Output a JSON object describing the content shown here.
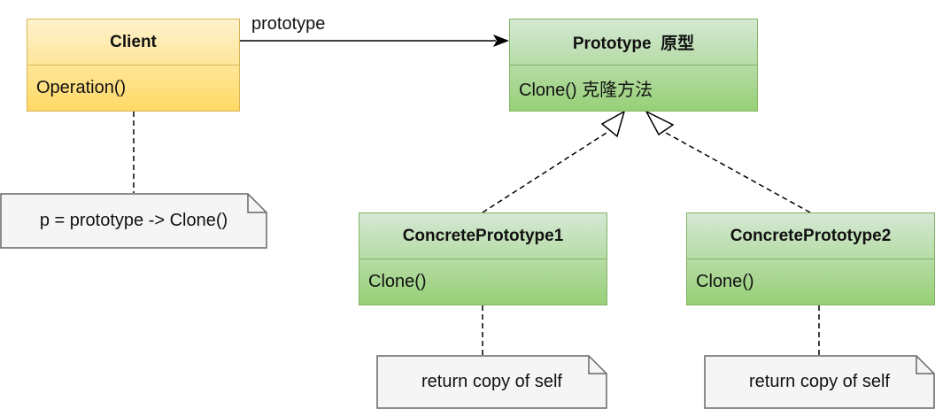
{
  "client": {
    "title": "Client",
    "method": "Operation()"
  },
  "prototype": {
    "title": "Prototype  原型",
    "method": "Clone() 克隆方法"
  },
  "concrete1": {
    "title": "ConcretePrototype1",
    "method": "Clone()"
  },
  "concrete2": {
    "title": "ConcretePrototype2",
    "method": "Clone()"
  },
  "notes": {
    "client": "p = prototype -> Clone()",
    "concrete1": "return copy of self",
    "concrete2": "return copy of self"
  },
  "edges": {
    "association_label": "prototype"
  },
  "colors": {
    "client_fill": "#fff2cc",
    "client_border": "#d6b656",
    "class_fill": "#d5e8d4",
    "class_border": "#82b366",
    "note_fill": "#f5f5f5",
    "note_border": "#666666"
  }
}
